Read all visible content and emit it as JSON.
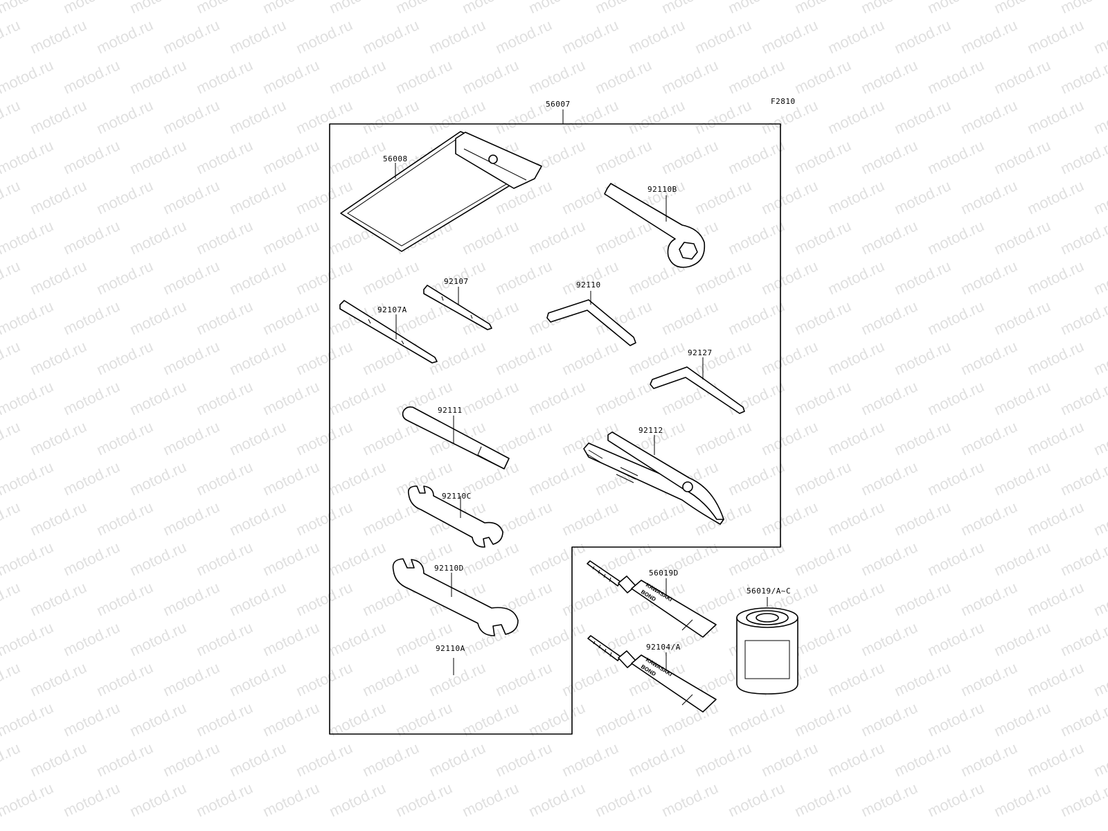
{
  "diagram": {
    "figure_code": "F2810",
    "watermark_text": "motod.ru",
    "callouts": {
      "kit": "56007",
      "bag": "56008",
      "ring_wrench": "92110B",
      "screwdriver_bit": "92107",
      "screwdriver_handle": "92107A",
      "hex_wrench_large": "92110",
      "hex_wrench_small": "92127",
      "extension_bar": "92111",
      "pliers": "92112",
      "open_wrench_small": "92110C",
      "open_wrench_large": "92110D",
      "wrench_a": "92110A",
      "bond_tube_d": "56019D",
      "bond_tube_a": "92104/A",
      "bond_can": "56019/A~C"
    },
    "tube_brand": "KAWASAKI",
    "tube_product": "BOND"
  }
}
